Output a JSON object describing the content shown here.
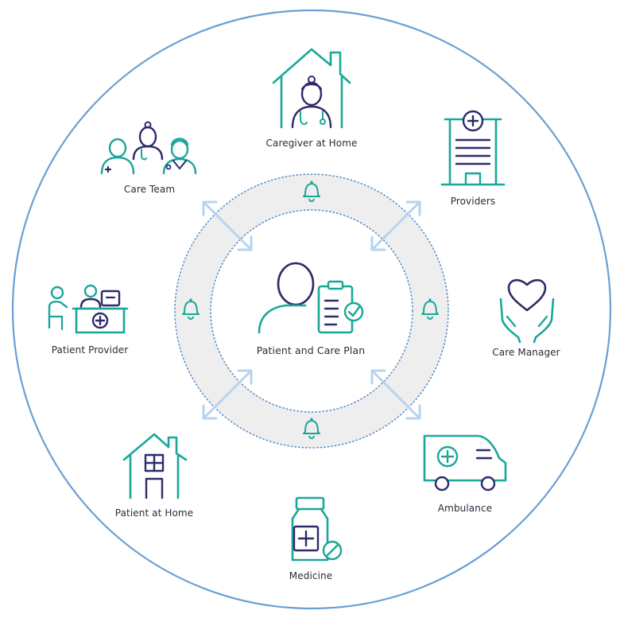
{
  "center": {
    "label": "Patient and Care Plan"
  },
  "nodes": [
    {
      "id": "caregiver-at-home",
      "label": "Caregiver at Home",
      "icon": "caregiver-home-icon"
    },
    {
      "id": "providers",
      "label": "Providers",
      "icon": "hospital-building-icon"
    },
    {
      "id": "care-manager",
      "label": "Care Manager",
      "icon": "heart-hands-icon"
    },
    {
      "id": "ambulance",
      "label": "Ambulance",
      "icon": "ambulance-icon"
    },
    {
      "id": "medicine",
      "label": "Medicine",
      "icon": "medicine-bottle-icon"
    },
    {
      "id": "patient-at-home",
      "label": "Patient at Home",
      "icon": "house-icon"
    },
    {
      "id": "patient-provider",
      "label": "Patient Provider",
      "icon": "reception-desk-icon"
    },
    {
      "id": "care-team",
      "label": "Care Team",
      "icon": "care-team-icon"
    }
  ],
  "colors": {
    "outer_ring": "#6a9fd4",
    "teal": "#1aa79a",
    "navy": "#2e2a6b",
    "band": "#eeeeee",
    "dots": "#5b8fc9",
    "arrow": "#b7d3ee"
  }
}
